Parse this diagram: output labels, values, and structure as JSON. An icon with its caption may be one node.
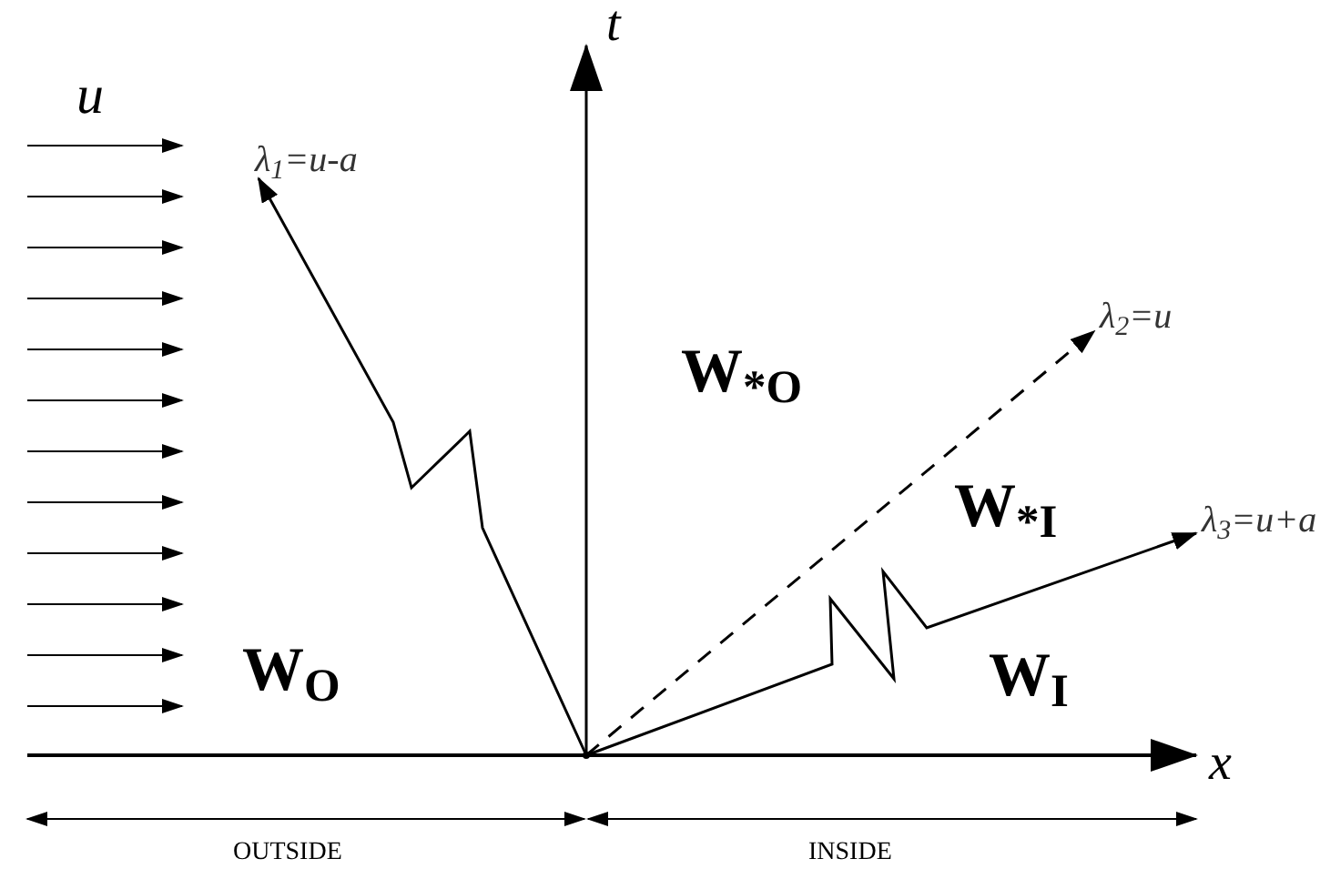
{
  "diagram": {
    "nodes": [
      {
        "text": [
          "λ$_{1}$=u-a"
        ]
      },
      {
        "text": [
          "λ$_{2}$=u"
        ]
      },
      {
        "text": [
          "λ$_{3}$=u+a"
        ]
      },
      {
        "text": [],
        "shape": "dot"
      }
    ],
    "edges": [
      {
        "from": 3,
        "to": 0,
        "arrow": "to"
      },
      {
        "from": 3,
        "to": 1,
        "arrow": "to",
        "style": "dashed"
      },
      {
        "from": 3,
        "to": 2,
        "arrow": "to"
      }
    ],
    "labels": [
      "u",
      "t",
      "W$_{*O}$",
      "W$_{*I}$",
      "W$_{O}$",
      "W$_{I}$",
      "x",
      "OUTSIDE",
      "INSIDE"
    ]
  }
}
